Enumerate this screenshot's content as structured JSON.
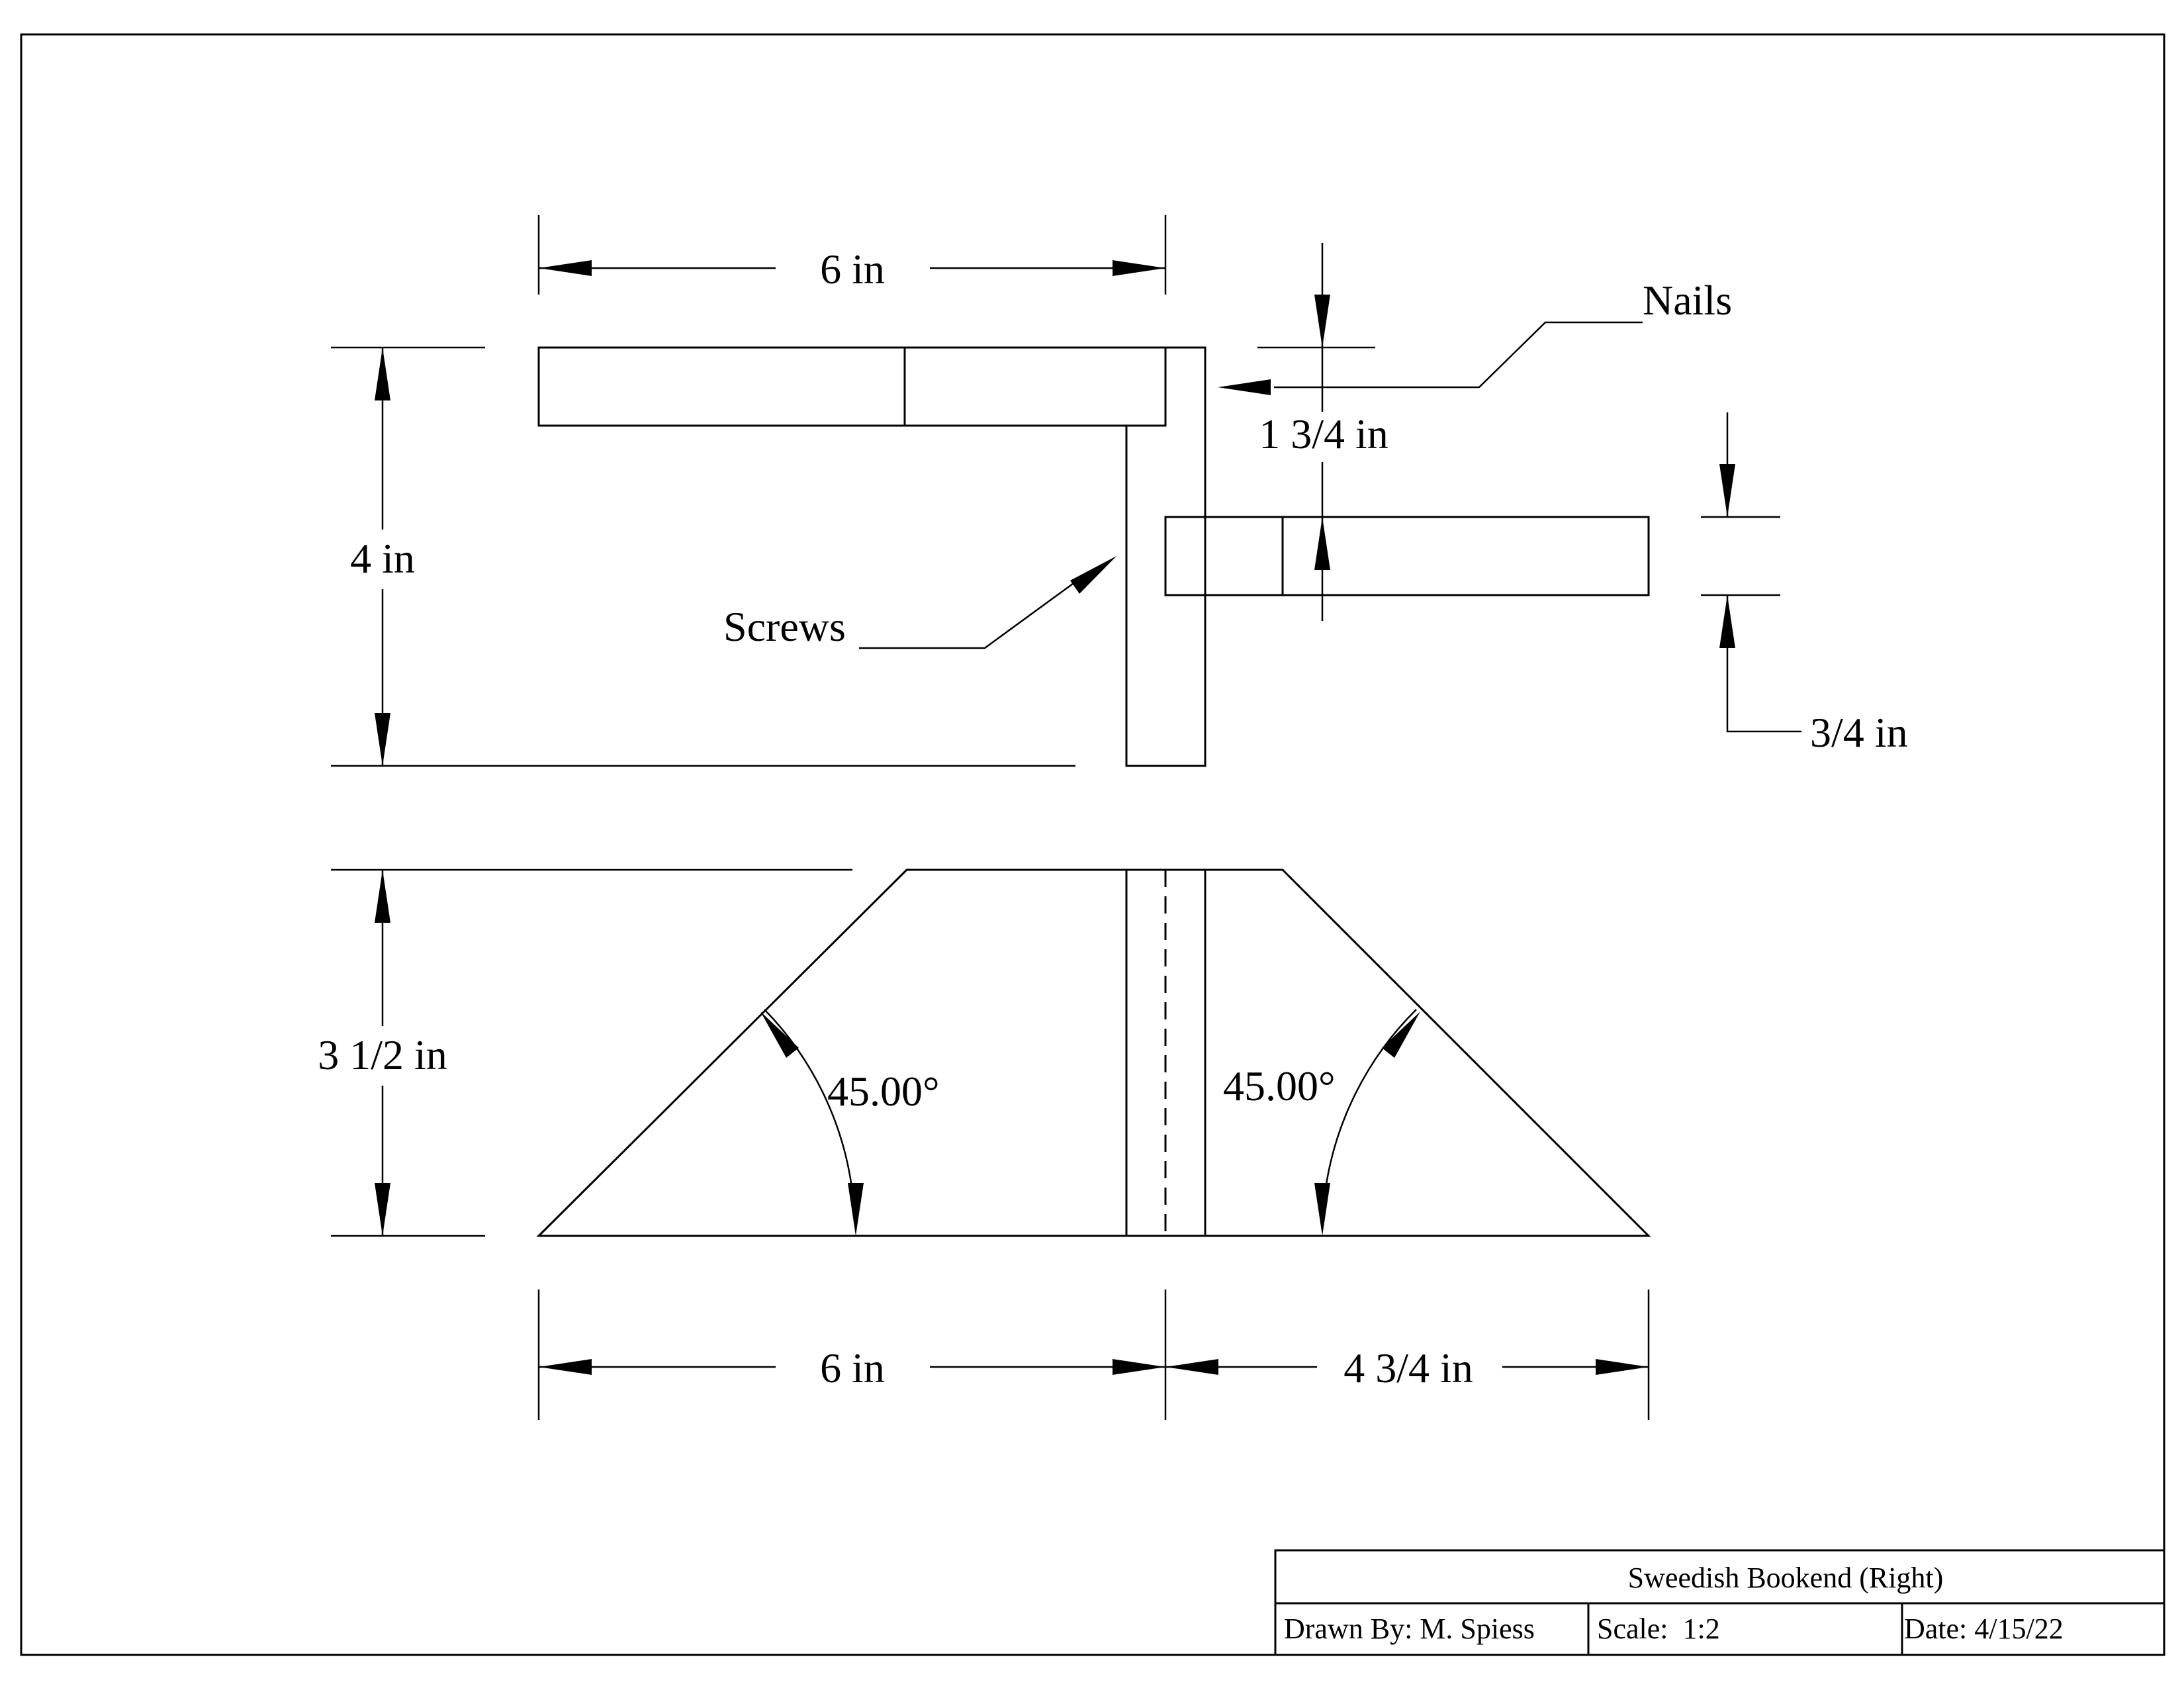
{
  "dimensions": {
    "top_width": "6 in",
    "overall_height_top": "4 in",
    "nail_offset": "1 3/4 in",
    "board_thickness": "3/4 in",
    "side_height": "3 1/2 in",
    "bottom_left_width": "6 in",
    "bottom_right_width": "4 3/4 in",
    "angle_left": "45.00°",
    "angle_right": "45.00°"
  },
  "labels": {
    "nails": "Nails",
    "screws": "Screws"
  },
  "title_block": {
    "title": "Sweedish Bookend (Right)",
    "drawn_by": "Drawn By: M. Spiess",
    "scale": "Scale:  1:2",
    "date": "Date: 4/15/22"
  }
}
